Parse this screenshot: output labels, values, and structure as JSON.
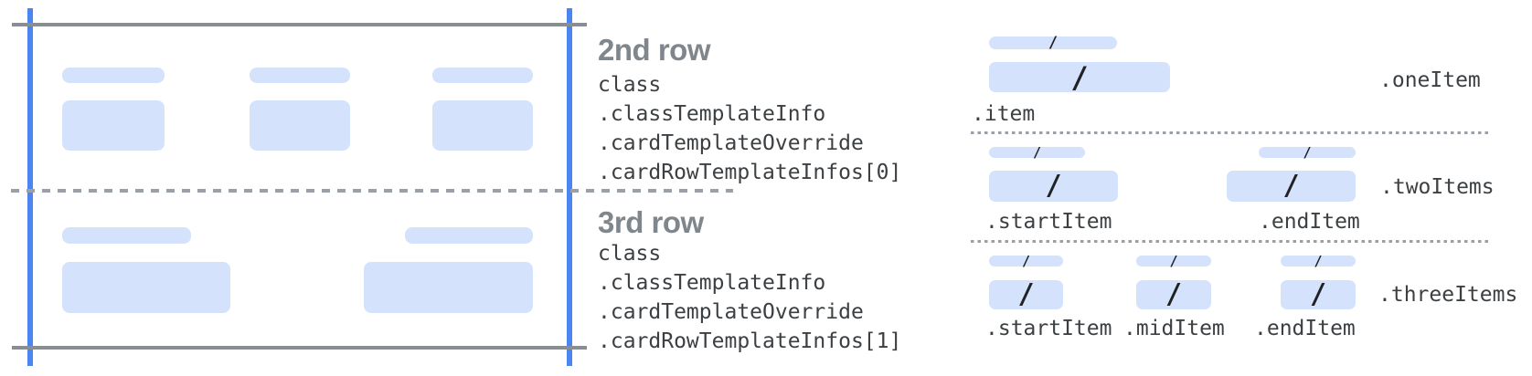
{
  "annotations": {
    "row2": {
      "title": "2nd row",
      "lines": [
        "class",
        ".classTemplateInfo",
        ".cardTemplateOverride",
        ".cardRowTemplateInfos[0]"
      ]
    },
    "row3": {
      "title": "3rd row",
      "lines": [
        "class",
        ".classTemplateInfo",
        ".cardTemplateOverride",
        ".cardRowTemplateInfos[1]"
      ]
    }
  },
  "items_panel": {
    "slash": "/",
    "sections": [
      {
        "name": ".oneItem",
        "item_labels": [
          ".item"
        ]
      },
      {
        "name": ".twoItems",
        "item_labels": [
          ".startItem",
          ".endItem"
        ]
      },
      {
        "name": ".threeItems",
        "item_labels": [
          ".startItem",
          ".midItem",
          ".endItem"
        ]
      }
    ]
  },
  "colors": {
    "field_fill": "#d4e2fb",
    "guide_blue": "#4d85f0",
    "edge_line_gray": "#8a8e93",
    "dash_gray": "#9aa0a6",
    "title_gray": "#7f868c",
    "code_text": "#3c4043",
    "slash_text": "#202124"
  }
}
